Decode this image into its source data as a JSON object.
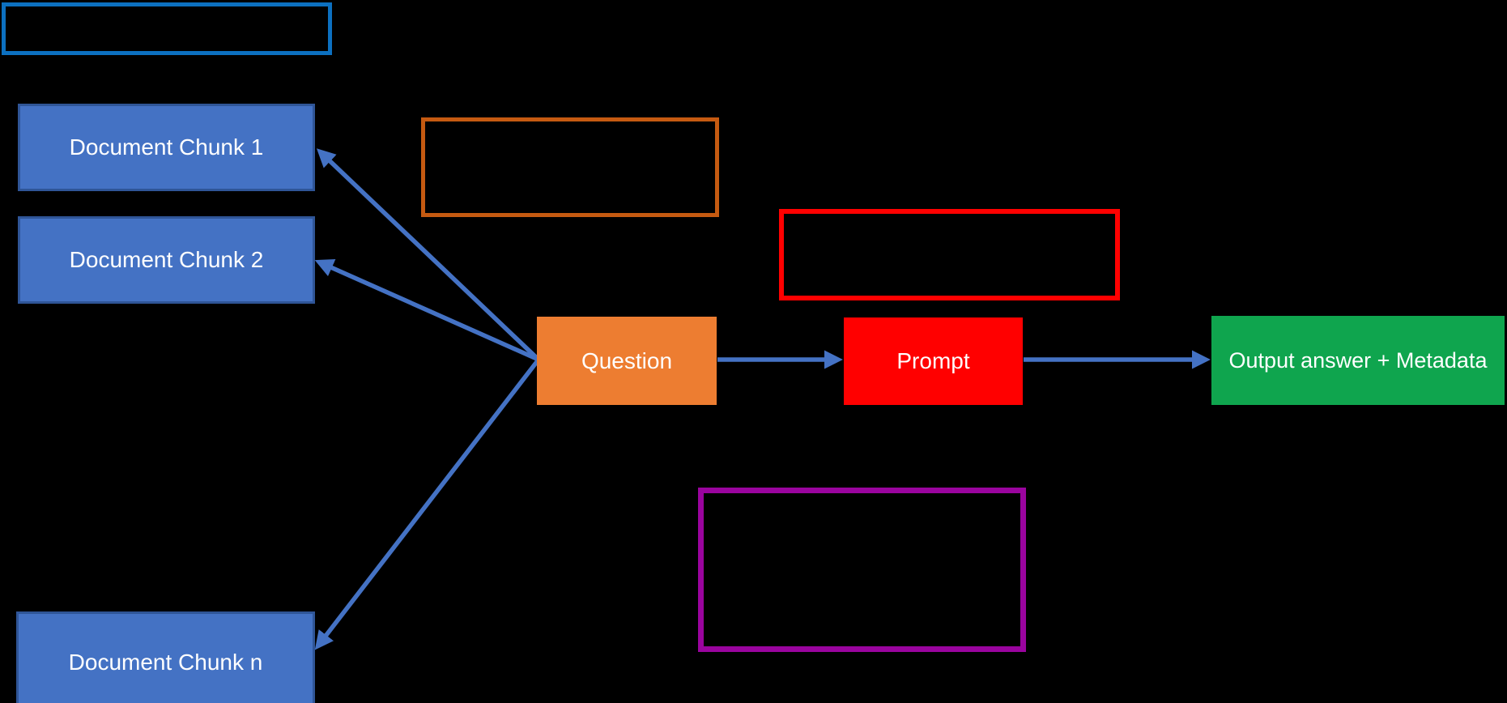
{
  "diagram": {
    "nodes": {
      "blue_outline_box": {
        "label": ""
      },
      "chunk1": {
        "label": "Document Chunk 1"
      },
      "chunk2": {
        "label": "Document Chunk 2"
      },
      "chunkn": {
        "label": "Document Chunk n"
      },
      "orange_outline_box": {
        "label": ""
      },
      "red_outline_box": {
        "label": ""
      },
      "question": {
        "label": "Question"
      },
      "prompt": {
        "label": "Prompt"
      },
      "output": {
        "label": "Output answer + Metadata"
      },
      "purple_outline_box": {
        "label": ""
      }
    },
    "edges": [
      {
        "from": "question",
        "to": "chunk1"
      },
      {
        "from": "question",
        "to": "chunk2"
      },
      {
        "from": "question",
        "to": "chunkn"
      },
      {
        "from": "question",
        "to": "prompt"
      },
      {
        "from": "prompt",
        "to": "output"
      }
    ]
  },
  "colors": {
    "background": "#000000",
    "chunk_fill": "#4472C4",
    "chunk_border": "#2F5597",
    "arrow": "#4472C4",
    "question_fill": "#ED7D31",
    "prompt_fill": "#FF0000",
    "output_fill": "#0FA54E",
    "blue_outline": "#0C70C0",
    "orange_outline": "#C55A11",
    "red_outline": "#FF0000",
    "purple_outline": "#9A049E",
    "text": "#FFFFFF"
  }
}
